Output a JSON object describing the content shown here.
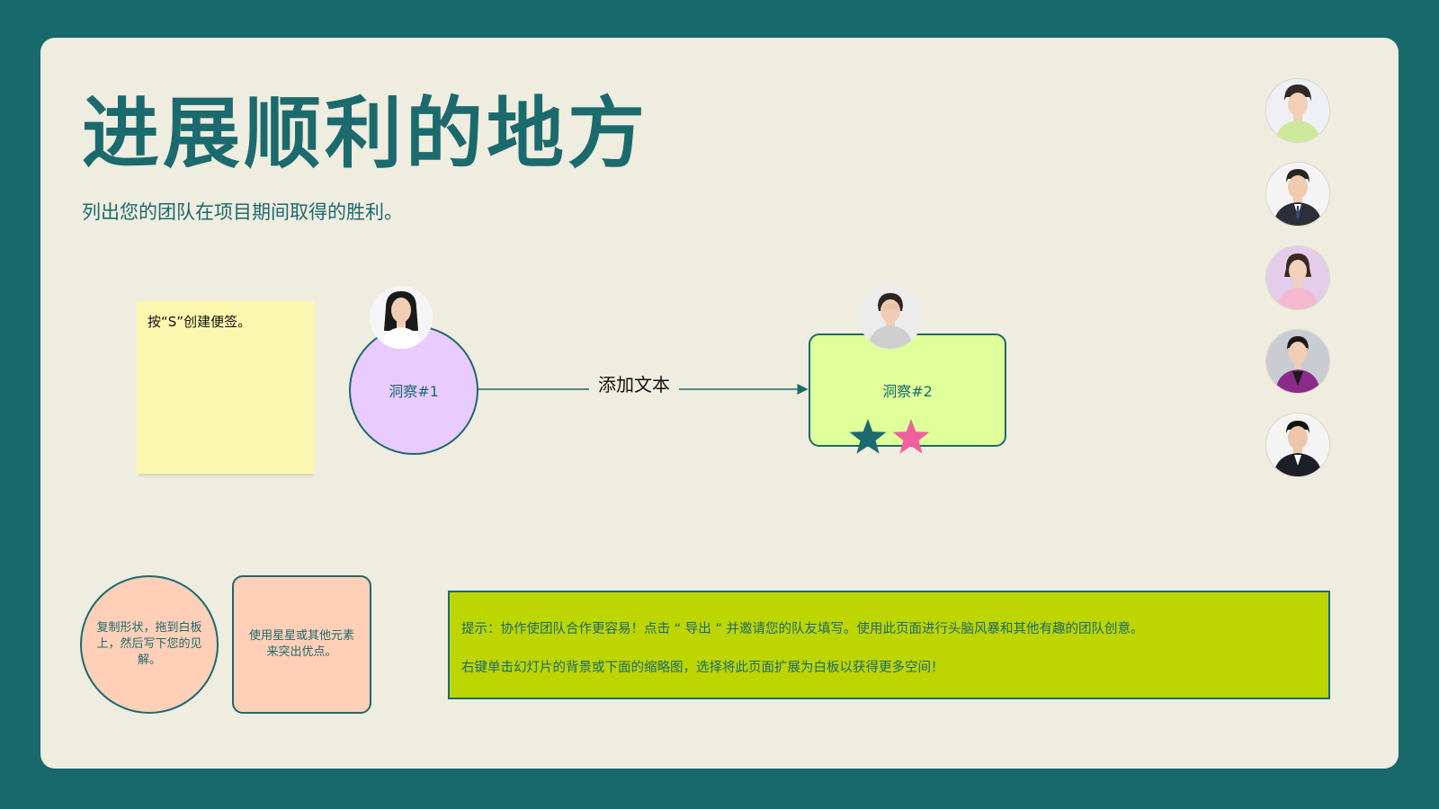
{
  "slide": {
    "title": "进展顺利的地方",
    "subtitle": "列出您的团队在项目期间取得的胜利。"
  },
  "sticky_note": {
    "text": "按“S”创建便签。"
  },
  "nodes": {
    "insight1": {
      "label": "洞察#1"
    },
    "insight2": {
      "label": "洞察#2"
    }
  },
  "connector": {
    "label": "添加文本"
  },
  "stars": [
    {
      "icon": "star-icon",
      "color": "#1b6a6d"
    },
    {
      "icon": "star-icon",
      "color": "#f0609e"
    }
  ],
  "hints": {
    "circle_text": "复制形状，拖到白板上，然后写下您的见解。",
    "rect_text": "使用星星或其他元素来突出优点。"
  },
  "tip": {
    "line1": "提示：协作使团队合作更容易！点击 “ 导出 ” 并邀请您的队友填写。使用此页面进行头脑风暴和其他有趣的团队创意。",
    "line2": "右键单击幻灯片的背景或下面的缩略图，选择将此页面扩展为白板以获得更多空间！"
  },
  "avatars": [
    {
      "icon": "avatar-photo",
      "shirt": "#cde89b",
      "bg": "#eef0f6"
    },
    {
      "icon": "avatar-photo",
      "shirt": "#2b2f3a",
      "bg": "#f4f4f4"
    },
    {
      "icon": "avatar-photo",
      "shirt": "#f4b8cf",
      "bg": "#e3cdea"
    },
    {
      "icon": "avatar-photo",
      "shirt": "#8a2a8a",
      "bg": "#c9cdd3"
    },
    {
      "icon": "avatar-photo",
      "shirt": "#1d1f26",
      "bg": "#f4f4f4"
    }
  ],
  "colors": {
    "frame": "#17696b",
    "canvas": "#efece0",
    "accent": "#1b6a6d",
    "sticky": "#fcf7ae",
    "lavender": "#eacbff",
    "lime": "#dfff9a",
    "peach": "#ffcfb8",
    "tip": "#bdd500",
    "pink": "#f0609e"
  }
}
